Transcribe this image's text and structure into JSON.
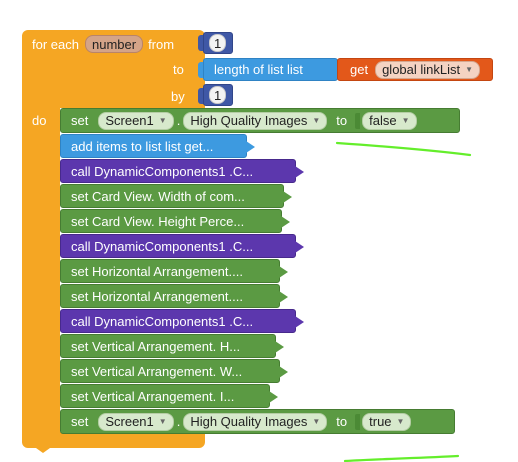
{
  "for_each": {
    "prefix": "for each",
    "variable": "number",
    "from_label": "from",
    "from_value": "1",
    "to_label": "to",
    "length_label": "length of list  list",
    "get_label": "get",
    "get_value": "global linkList",
    "by_label": "by",
    "by_value": "1",
    "do_label": "do"
  },
  "rows": [
    {
      "kind": "set",
      "set_label": "set",
      "component": "Screen1",
      "dot": ".",
      "property": "High Quality Images",
      "to_label": "to",
      "value": "false"
    },
    {
      "kind": "text",
      "text": "add items to list  list get..."
    },
    {
      "kind": "text",
      "text": "call  DynamicComponents1 .C..."
    },
    {
      "kind": "text",
      "text": "set Card View. Width of com..."
    },
    {
      "kind": "text",
      "text": "set Card View. Height Perce..."
    },
    {
      "kind": "text",
      "text": "call  DynamicComponents1 .C..."
    },
    {
      "kind": "text",
      "text": "set Horizontal Arrangement...."
    },
    {
      "kind": "text",
      "text": "set Horizontal Arrangement...."
    },
    {
      "kind": "text",
      "text": "call  DynamicComponents1 .C..."
    },
    {
      "kind": "text",
      "text": "set Vertical Arrangement. H..."
    },
    {
      "kind": "text",
      "text": "set Vertical Arrangement. W..."
    },
    {
      "kind": "text",
      "text": "set Vertical Arrangement. I..."
    },
    {
      "kind": "set",
      "set_label": "set",
      "component": "Screen1",
      "dot": ".",
      "property": "High Quality Images",
      "to_label": "to",
      "value": "true"
    }
  ],
  "colors": {
    "control": "#f5a623",
    "setter": "#5b9a43",
    "list": "#3d9ae0",
    "component_call": "#5c37ad",
    "variable_get": "#e3581a",
    "math": "#3f58a6",
    "annotation": "#64ee2b"
  }
}
